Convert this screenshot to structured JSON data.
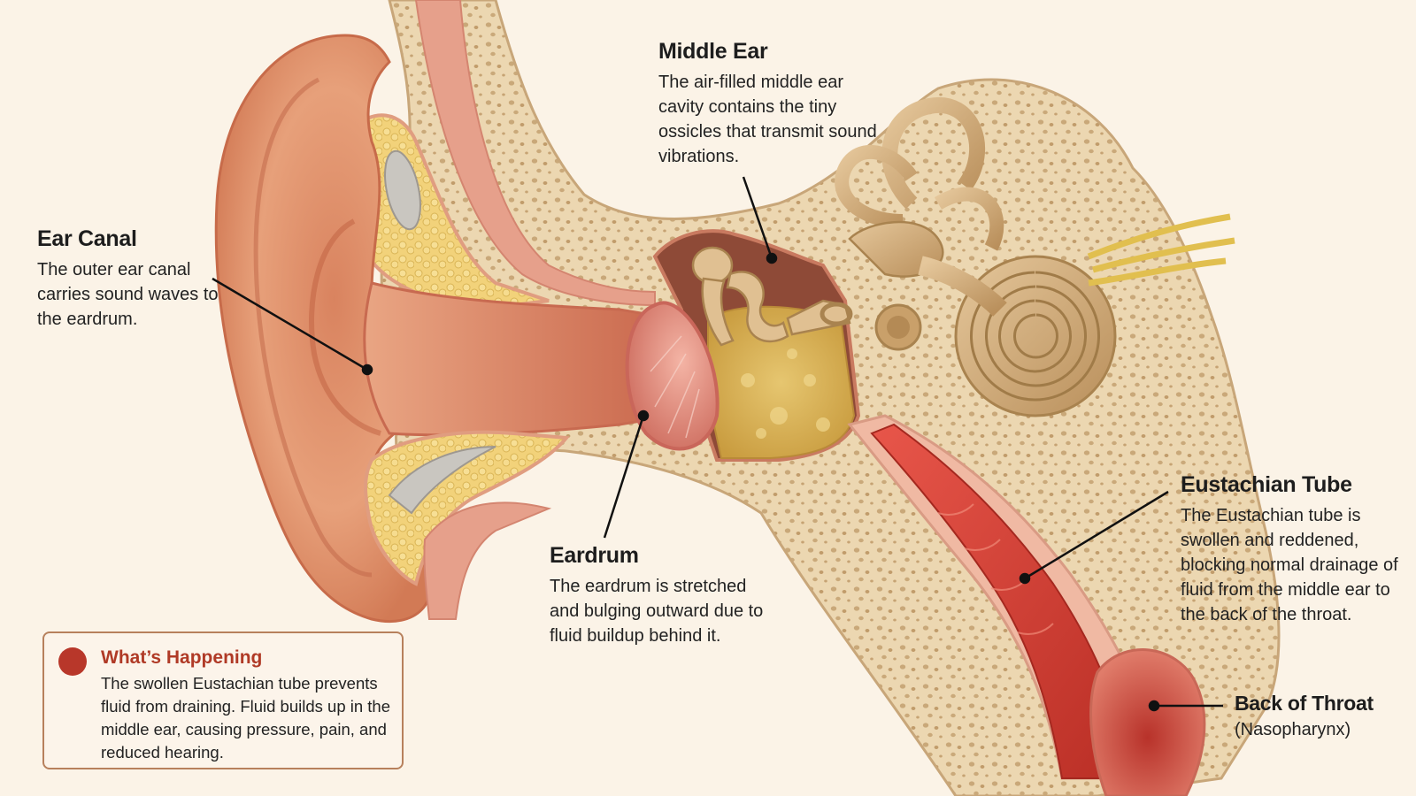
{
  "labels": {
    "ear_canal": {
      "title": "Ear Canal",
      "text": "The outer ear canal carries sound waves to the eardrum."
    },
    "middle_ear": {
      "title": "Middle Ear",
      "text": "The air-filled middle ear cavity contains the tiny ossicles that transmit sound vibrations."
    },
    "eardrum": {
      "title": "Eardrum",
      "text": "The eardrum is stretched and bulging outward due to fluid buildup behind it."
    },
    "eustachian_tube": {
      "title": "Eustachian Tube",
      "text": "The Eustachian tube is swollen and reddened, blocking normal drainage of fluid from the middle ear to the back of the throat."
    },
    "back_of_throat": {
      "title": "Back of Throat",
      "text": "(Nasopharynx)"
    }
  },
  "info_box": {
    "title": "What’s Happening",
    "text": "The swollen Eustachian tube prevents fluid from draining. Fluid builds up in the middle ear, causing pressure, pain, and reduced hearing."
  },
  "colors": {
    "background": "#fbf3e7",
    "bone": "#ecd7b1",
    "outer_ear": "#e39a74",
    "inflamed_tube": "#d9453a",
    "fluid": "#d9b65a",
    "accent_red": "#b8372a"
  }
}
